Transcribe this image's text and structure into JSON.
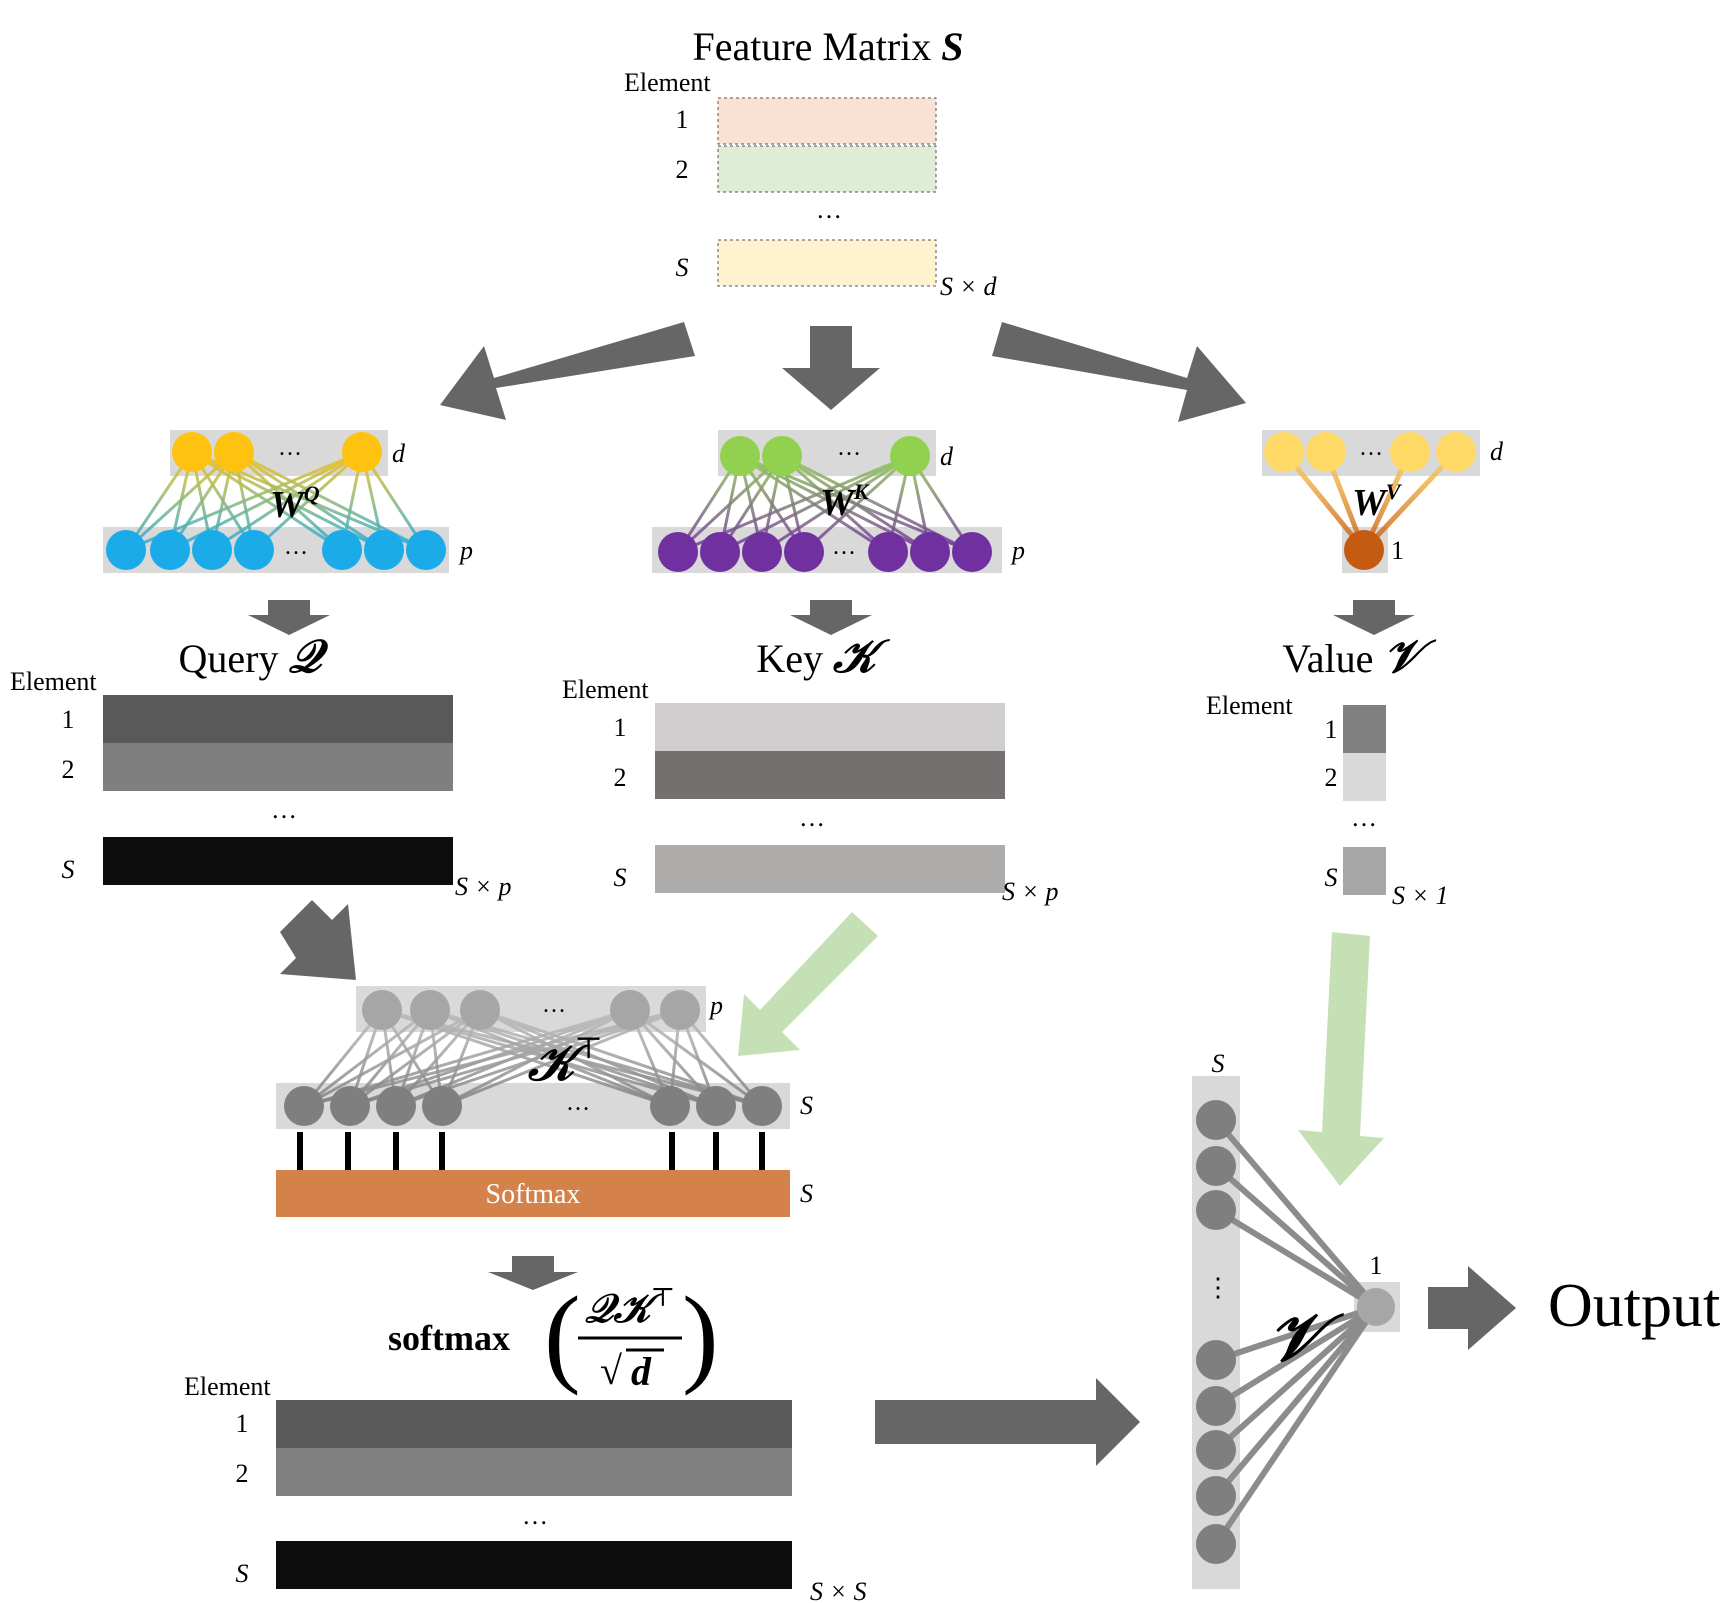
{
  "feature": {
    "title": "Feature Matrix ",
    "symbol": "S",
    "element_label": "Element",
    "row1": "1",
    "row2": "2",
    "dots": "…",
    "rowS": "S",
    "dim": "S × d",
    "colors": {
      "row1": "#f9e1d4",
      "row2": "#dfecd6",
      "rowS": "#fff3cf"
    }
  },
  "query": {
    "net_top": "d",
    "net_bottom": "p",
    "weight": "W",
    "weight_sup": "Q",
    "net_dots": "…",
    "title": "Query ",
    "symbol": "𝒬",
    "element_label": "Element",
    "row1": "1",
    "row2": "2",
    "dots": "…",
    "rowS": "S",
    "dim": "S × p",
    "colors": {
      "top": "#ffc20e",
      "bottom": "#1aabe8",
      "row1": "#595959",
      "row2": "#7f7f7f",
      "rowS": "#0d0d0d"
    }
  },
  "key": {
    "net_top": "d",
    "net_bottom": "p",
    "weight": "W",
    "weight_sup": "K",
    "net_dots": "…",
    "title": "Key ",
    "symbol": "𝒦",
    "element_label": "Element",
    "row1": "1",
    "row2": "2",
    "dots": "…",
    "rowS": "S",
    "dim": "S × p",
    "colors": {
      "top": "#92d050",
      "bottom": "#7030a0",
      "row1": "#d0cece",
      "row2": "#757070",
      "rowS": "#aeabab"
    }
  },
  "value": {
    "net_top": "d",
    "net_bottom": "1",
    "weight": "W",
    "weight_sup": "V",
    "net_dots": "…",
    "title": "Value ",
    "symbol": "𝒱",
    "element_label": "Element",
    "row1": "1",
    "row2": "2",
    "dots": "…",
    "rowS": "S",
    "dim": "S × 1",
    "colors": {
      "top": "#ffd966",
      "bottom": "#c55a11",
      "row1": "#808080",
      "row2": "#d9d9d9",
      "rowS": "#a6a6a6"
    }
  },
  "attention": {
    "top_dim": "p",
    "top_dots": "…",
    "kt_symbol": "𝒦",
    "kt_sup": "⊤",
    "bottom_dim": "S",
    "bottom_dots": "…",
    "softmax_label": "Softmax",
    "softmax_dim": "S",
    "colors": {
      "softmax": "#d4824a",
      "top": "#a6a6a6",
      "bottom": "#7f7f7f"
    }
  },
  "formula": {
    "fn": "softmax",
    "numerator": "𝒬𝒦",
    "num_sup": "⊤",
    "denominator": "d"
  },
  "scores": {
    "element_label": "Element",
    "row1": "1",
    "row2": "2",
    "dots": "…",
    "rowS": "S",
    "dim": "S × S",
    "colors": {
      "row1": "#595959",
      "row2": "#808080",
      "rowS": "#0d0d0d"
    }
  },
  "output_net": {
    "column_label": "S",
    "dots": "⋮",
    "v_symbol": "𝒱",
    "out_label": "1",
    "output": "Output"
  },
  "colors": {
    "arrow": "#666666",
    "arrow_green": "#c5e0b4",
    "panel": "#d9d9d9"
  }
}
